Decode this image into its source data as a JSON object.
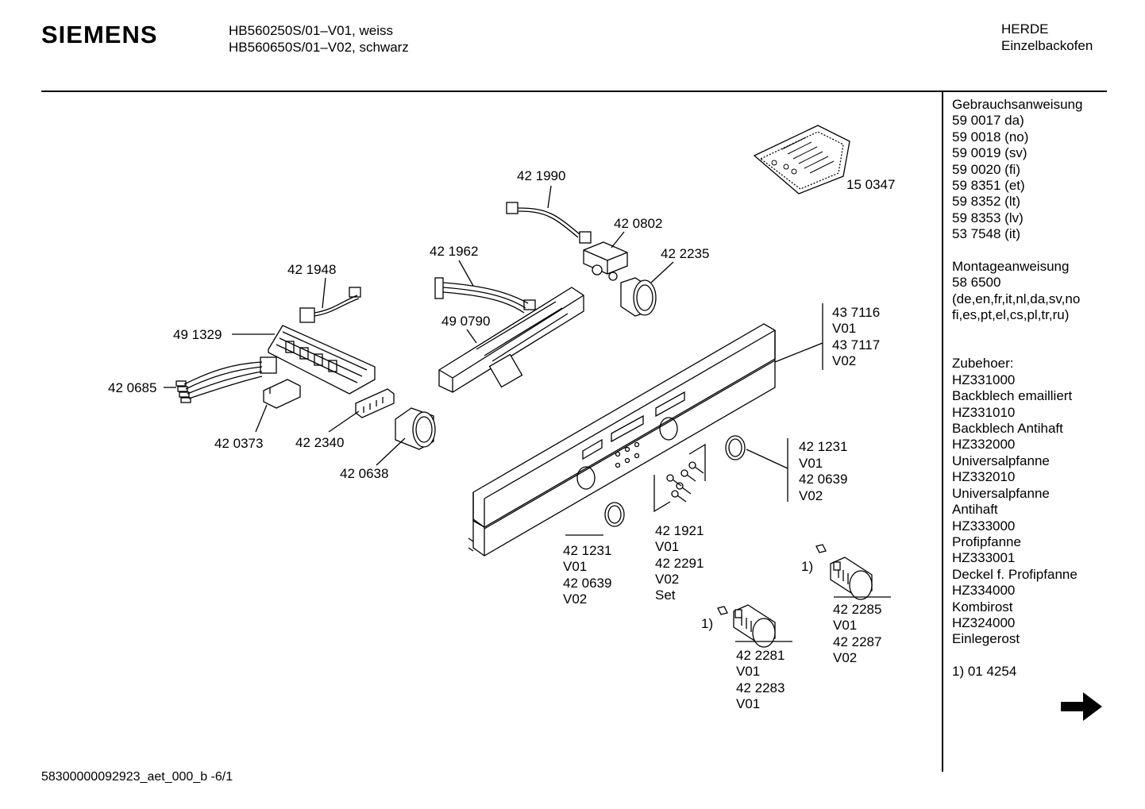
{
  "header": {
    "brand": "SIEMENS",
    "models": [
      "HB560250S/01–V01, weiss",
      "HB560650S/01–V02, schwarz"
    ],
    "category": [
      "HERDE",
      "Einzelbackofen"
    ]
  },
  "side_list": [
    "Gebrauchsanweisung",
    "59 0017 da)",
    "59 0018 (no)",
    "59 0019 (sv)",
    "59 0020  (fi)",
    "59 8351 (et)",
    "59 8352 (lt)",
    "59 8353 (lv)",
    "53 7548 (it)",
    "",
    "Montageanweisung",
    "58 6500",
    "(de,en,fr,it,nl,da,sv,no",
    "fi,es,pt,el,cs,pl,tr,ru)",
    "",
    "",
    "Zubehoer:",
    "HZ331000",
    "Backblech emailliert",
    "HZ331010",
    "Backblech Antihaft",
    "HZ332000",
    "Universalpfanne",
    "HZ332010",
    "Universalpfanne",
    "Antihaft",
    "HZ333000",
    "Profipfanne",
    "HZ333001",
    "Deckel f. Profipfanne",
    "HZ334000",
    "Kombirost",
    "HZ324000",
    "Einlegerost",
    "",
    "1) 01 4254"
  ],
  "part_labels": {
    "p150347": "15 0347",
    "p421990": "42 1990",
    "p420802": "42 0802",
    "p421962": "42 1962",
    "p422235": "42 2235",
    "p421948": "42 1948",
    "p491329": "49 1329",
    "p490790": "49 0790",
    "p420685": "42 0685",
    "p420373": "42 0373",
    "p422340": "42 2340",
    "p420638": "42 0638",
    "panel": [
      "43 7116",
      "V01",
      "43 7117",
      "V02"
    ],
    "ring_right": [
      "42 1231",
      "V01",
      "42 0639",
      "V02"
    ],
    "ring_left": [
      "42 1231",
      "V01",
      "42 0639",
      "V02"
    ],
    "screws": [
      "42 1921",
      "V01",
      "42 2291",
      "V02",
      "Set"
    ],
    "knob_right": [
      "42 2285",
      "V01",
      "42 2287",
      "V02"
    ],
    "knob_left": [
      "42 2281",
      "V01",
      "42 2283",
      "V01"
    ],
    "footnote_marker": "1)"
  },
  "footer": "58300000092923_aet_000_b -6/1",
  "icons": {
    "next_page": "right-arrow-icon"
  }
}
